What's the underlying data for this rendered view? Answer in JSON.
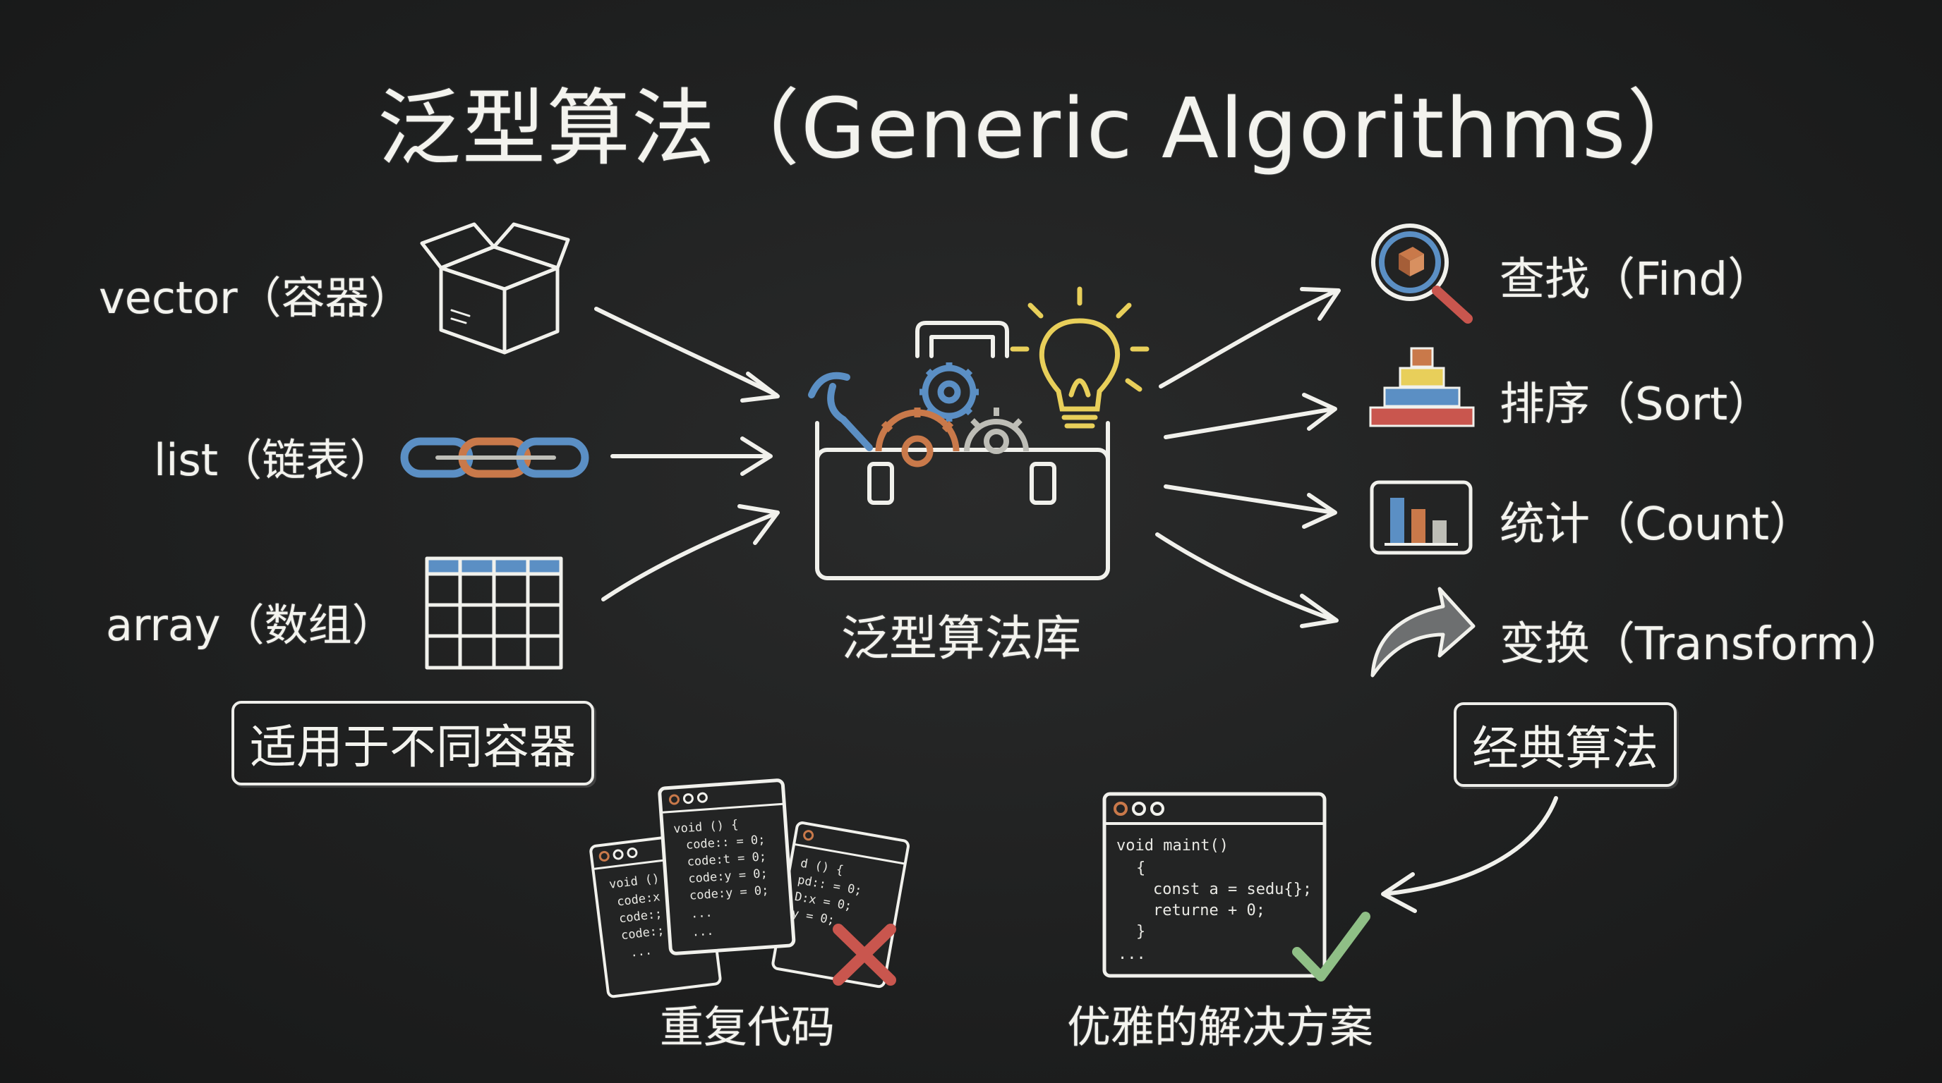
{
  "title": "泛型算法（Generic Algorithms）",
  "containers": [
    {
      "label": "vector（容器）",
      "icon": "open-box-icon"
    },
    {
      "label": "list（链表）",
      "icon": "chain-icon"
    },
    {
      "label": "array（数组）",
      "icon": "grid-icon"
    }
  ],
  "containers_caption": "适用于不同容器",
  "library_caption": "泛型算法库",
  "algorithms": [
    {
      "label": "查找（Find）",
      "icon": "magnifier-icon"
    },
    {
      "label": "排序（Sort）",
      "icon": "stacked-bars-icon"
    },
    {
      "label": "统计（Count）",
      "icon": "bar-chart-icon"
    },
    {
      "label": "变换（Transform）",
      "icon": "curved-arrow-icon"
    }
  ],
  "algorithms_caption": "经典算法",
  "duplicate_code": {
    "caption": "重复代码",
    "lines_back_left": [
      "void () {",
      "code:x",
      "code:;",
      "code:;",
      "..."
    ],
    "lines_front": [
      "void () {",
      "code:: = 0;",
      "code:t = 0;",
      "code:y = 0;",
      "code:y = 0;",
      "...",
      "..."
    ],
    "lines_back_right": [
      "d () {",
      "pd:: = 0;",
      "D:x = 0;",
      "y = 0;"
    ]
  },
  "elegant_solution": {
    "caption": "优雅的解决方案",
    "lines": [
      "void maint()",
      "{",
      "const a = sedu{};",
      "returne + 0;",
      "}",
      "..."
    ]
  },
  "colors": {
    "background": "#1f2020",
    "chalk_white": "#f1f1ec",
    "chalk_blue": "#5b8fc4",
    "chalk_orange": "#c9794a",
    "chalk_yellow": "#e8cf5a",
    "chalk_red": "#c9564e",
    "chalk_green": "#8fbf86"
  }
}
